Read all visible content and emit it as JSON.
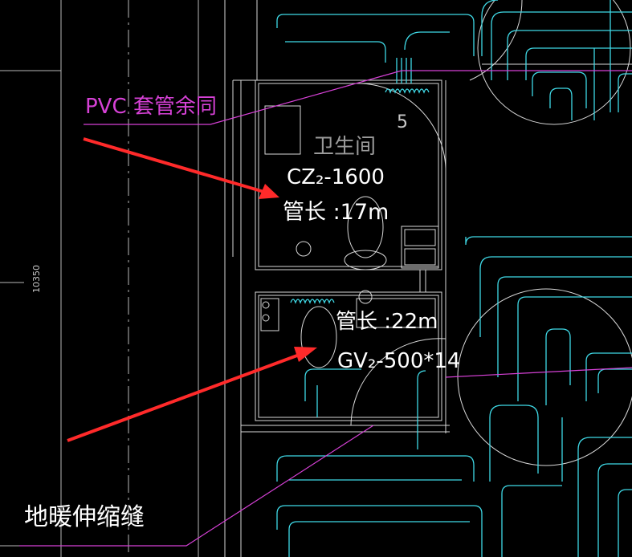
{
  "labels": {
    "pvc_sleeve": "PVC 套管余同",
    "room_number": "5",
    "room_name": "卫生间",
    "upper_code": "CZ₂-1600",
    "upper_pipe_length": "管长 :17m",
    "lower_pipe_length": "管长 :22m",
    "lower_code": "GV₂-500*14",
    "expansion_joint": "地暖伸缩缝",
    "dimension": "10350"
  },
  "colors": {
    "background": "#000000",
    "heating_pipe": "#3fd9e6",
    "wall": "#d8d8d8",
    "annotation_leader": "#d641d6",
    "arrow": "#ff2a2a",
    "text": "#ffffff"
  }
}
